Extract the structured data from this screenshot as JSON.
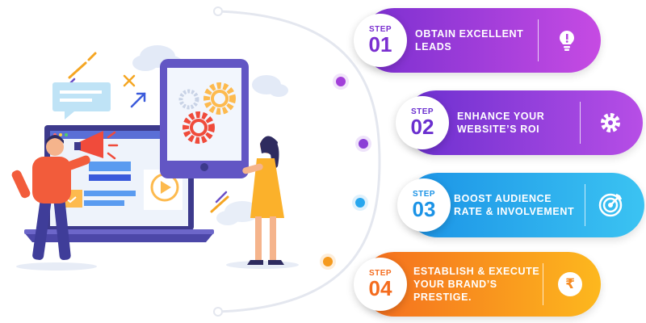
{
  "steps": [
    {
      "word": "STEP",
      "number": "01",
      "label": "OBTAIN EXCELLENT\nLEADS",
      "icon": "lightbulb-icon",
      "color": "#7a2fd0"
    },
    {
      "word": "STEP",
      "number": "02",
      "label": "ENHANCE YOUR\nWEBSITE’S ROI",
      "icon": "gear-icon",
      "color": "#6a2fcf"
    },
    {
      "word": "STEP",
      "number": "03",
      "label": "BOOST AUDIENCE\nRATE & INVOLVEMENT",
      "icon": "target-icon",
      "color": "#1b93e6"
    },
    {
      "word": "STEP",
      "number": "04",
      "label": "ESTABLISH & EXECUTE\nYOUR BRAND’S\nPRESTIGE.",
      "icon": "rupee-icon",
      "color": "#f46c1e"
    }
  ],
  "rupee_symbol": "₹"
}
